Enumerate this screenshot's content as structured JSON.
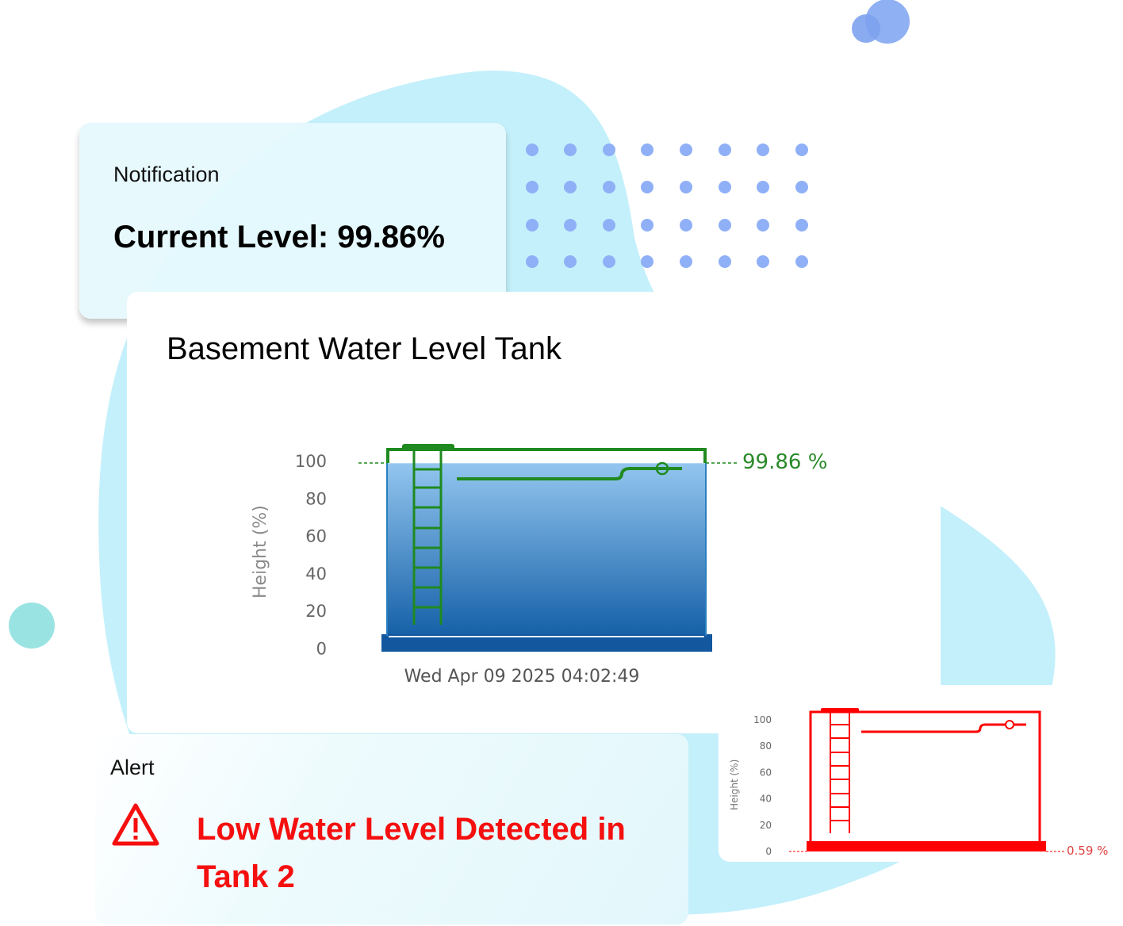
{
  "notification": {
    "label": "Notification",
    "value": "Current Level: 99.86%"
  },
  "main_card": {
    "title": "Basement Water Level Tank",
    "gauge": {
      "y_axis_label": "Height (%)",
      "y_ticks": [
        "100",
        "80",
        "60",
        "40",
        "20",
        "0"
      ],
      "level_percent": 99.86,
      "level_label": "99.86 %",
      "timestamp": "Wed Apr 09 2025 04:02:49",
      "color": "#1f8a1f",
      "fill_top": "#8fc3ee",
      "fill_bottom": "#1560a8"
    }
  },
  "alert": {
    "label": "Alert",
    "message": "Low Water Level Detected in Tank 2",
    "icon": "warning-triangle-icon",
    "color": "#f50f0f"
  },
  "tank2": {
    "y_axis_label": "Height (%)",
    "y_ticks": [
      "100",
      "80",
      "60",
      "40",
      "20",
      "0"
    ],
    "level_percent": 0.59,
    "level_label": "0.59 %",
    "color": "#ff0000"
  }
}
